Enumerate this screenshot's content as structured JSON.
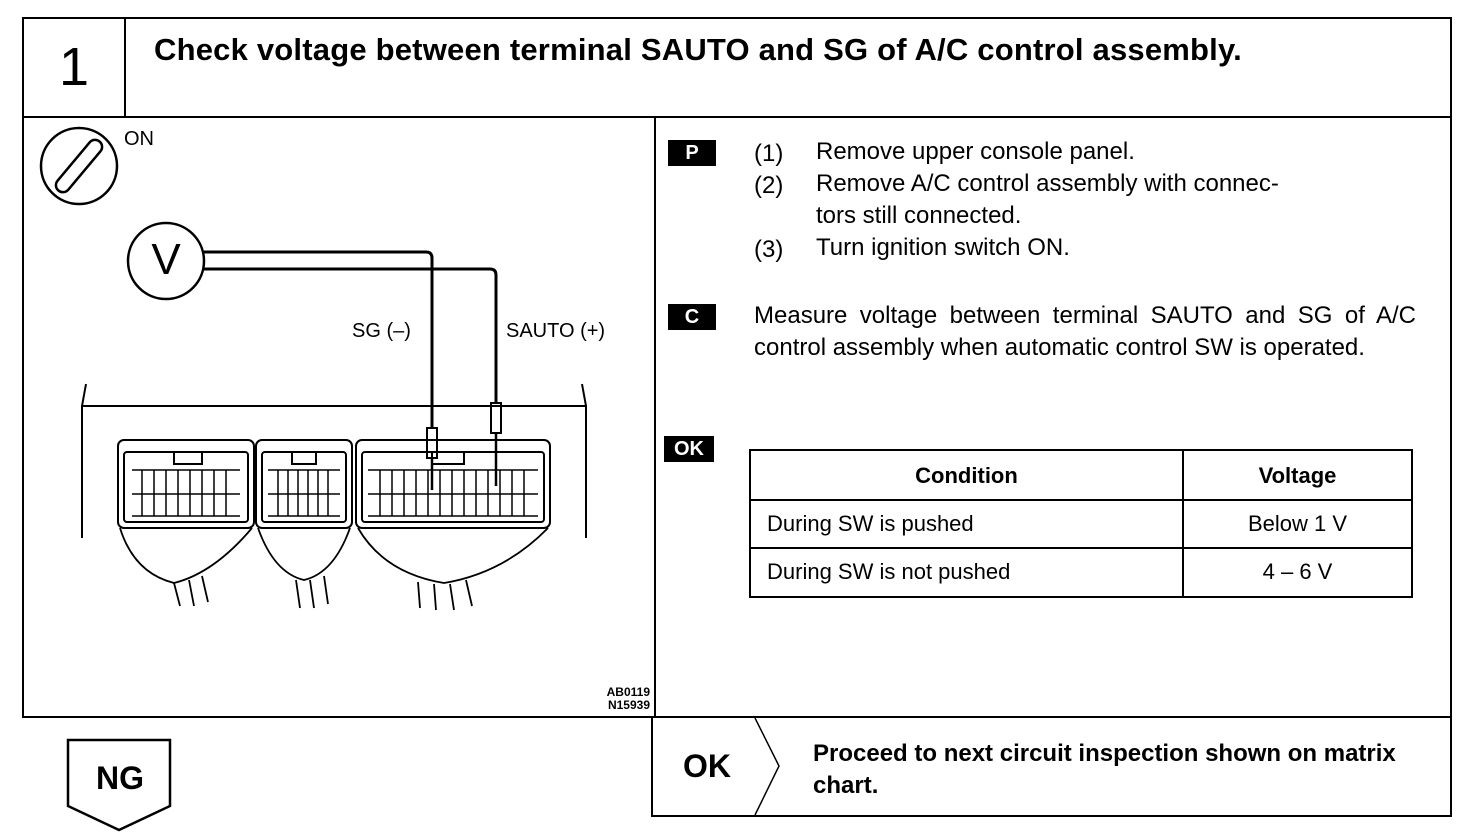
{
  "header": {
    "step_number": "1",
    "title": "Check voltage between terminal SAUTO and SG of A/C control assembly."
  },
  "diagram": {
    "ignition_label": "ON",
    "meter_symbol": "V",
    "probe_minus_label": "SG (–)",
    "probe_plus_label": "SAUTO (+)",
    "code_line1": "AB0119",
    "code_line2": "N15939"
  },
  "procedure": {
    "prep_badge": "P",
    "steps": [
      {
        "num": "(1)",
        "line1": "Remove upper console panel.",
        "line2": ""
      },
      {
        "num": "(2)",
        "line1": "Remove A/C control assembly with connec-",
        "line2": "tors still connected."
      },
      {
        "num": "(3)",
        "line1": "Turn ignition switch ON.",
        "line2": ""
      }
    ],
    "check_badge": "C",
    "check_text": "Measure voltage between terminal SAUTO and SG of A/C control assembly when automatic control SW is operated.",
    "ok_badge": "OK"
  },
  "spec_table": {
    "headers": [
      "Condition",
      "Voltage"
    ],
    "rows": [
      [
        "During SW is pushed",
        "Below 1 V"
      ],
      [
        "During SW is not pushed",
        "4 – 6 V"
      ]
    ]
  },
  "result_ok": {
    "label": "OK",
    "text": "Proceed to next circuit inspection shown on matrix chart."
  },
  "result_ng": {
    "label": "NG"
  }
}
